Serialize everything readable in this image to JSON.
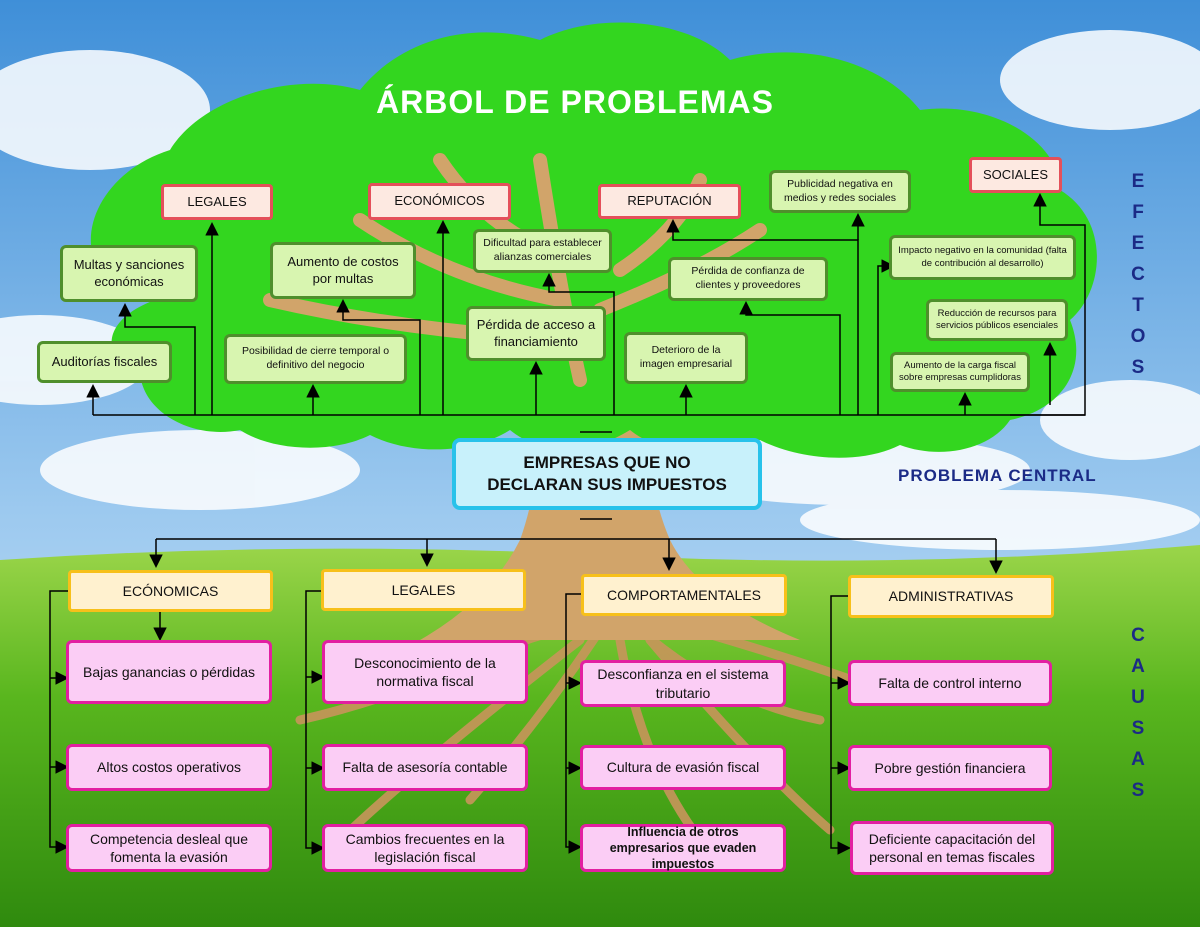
{
  "title": "ÁRBOL DE PROBLEMAS",
  "central_problem": "EMPRESAS QUE NO DECLARAN SUS IMPUESTOS",
  "central_label": "PROBLEMA CENTRAL",
  "effects_label": [
    "E",
    "F",
    "E",
    "C",
    "T",
    "O",
    "S"
  ],
  "causes_label": [
    "C",
    "A",
    "U",
    "S",
    "A",
    "S"
  ],
  "effects": {
    "legales": {
      "header": "LEGALES",
      "items": [
        "Multas y sanciones económicas",
        "Auditorías fiscales"
      ]
    },
    "economicos": {
      "header": "ECONÓMICOS",
      "items": [
        "Aumento de costos por multas",
        "Posibilidad de cierre temporal o definitivo del negocio"
      ]
    },
    "reputacion": {
      "header": "REPUTACIÓN",
      "items": [
        "Dificultad para establecer alianzas comerciales",
        "Pérdida de acceso a financiamiento",
        "Pérdida de confianza de clientes y proveedores",
        "Deterioro de la imagen empresarial",
        "Publicidad negativa en medios y redes sociales"
      ]
    },
    "sociales": {
      "header": "SOCIALES",
      "items": [
        "Impacto negativo en la comunidad (falta de contribución al desarrollo)",
        "Reducción de recursos para servicios públicos esenciales",
        "Aumento de la carga fiscal sobre empresas cumplidoras"
      ]
    }
  },
  "causes": {
    "economicas": {
      "header": "ECÓNOMICAS",
      "items": [
        "Bajas ganancias o pérdidas",
        "Altos costos operativos",
        "Competencia desleal que fomenta la evasión"
      ]
    },
    "legales": {
      "header": "LEGALES",
      "items": [
        "Desconocimiento de la normativa fiscal",
        "Falta de asesoría contable",
        "Cambios frecuentes en la legislación fiscal"
      ]
    },
    "comportamentales": {
      "header": "COMPORTAMENTALES",
      "items": [
        "Desconfianza en el sistema tributario",
        "Cultura de evasión fiscal",
        "Influencia de otros empresarios que evaden impuestos"
      ]
    },
    "administrativas": {
      "header": "ADMINISTRATIVAS",
      "items": [
        "Falta de control interno",
        "Pobre gestión financiera",
        "Deficiente capacitación del personal en temas fiscales"
      ]
    }
  }
}
